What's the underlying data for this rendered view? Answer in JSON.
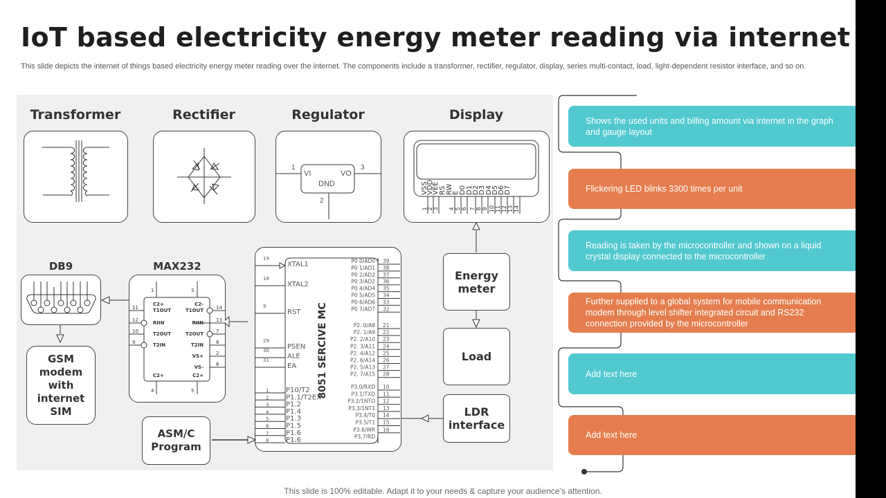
{
  "header": {
    "title": "IoT based electricity energy meter reading via internet",
    "subtitle": "This slide depicts the internet of things based electricity energy meter reading over the internet. The components include a transformer, rectifier, regulator, display, series multi-contact, load, light-dependent resistor interface, and so on."
  },
  "diagram": {
    "blocks": {
      "transformer": "Transformer",
      "rectifier": "Rectifier",
      "regulator": "Regulator",
      "display": "Display",
      "db9": "DB9",
      "max232": "MAX232",
      "gsm_line1": "GSM",
      "gsm_line2": "modem",
      "gsm_line3": "with",
      "gsm_line4": "internet",
      "gsm_line5": "SIM",
      "asm_line1": "ASM/C",
      "asm_line2": "Program",
      "energy_line1": "Energy",
      "energy_line2": "meter",
      "load": "Load",
      "ldr_line1": "LDR",
      "ldr_line2": "interface"
    },
    "regulator_pins": {
      "vi": "VI",
      "vo": "VO",
      "gnd": "DND",
      "p1": "1",
      "p2": "2",
      "p3": "3"
    },
    "display_pins": [
      "VSS",
      "VDD",
      "VEE",
      "RS",
      "RW",
      "E",
      "D0",
      "D1",
      "D2",
      "D3",
      "D4",
      "D5",
      "D6",
      "D7"
    ],
    "display_pin_numbers": [
      "1",
      "2",
      "3",
      "4",
      "5",
      "6",
      "7",
      "8",
      "9",
      "10",
      "11",
      "12",
      "13",
      "14"
    ],
    "max232": {
      "top_pins": [
        "1",
        "3"
      ],
      "bottom_pins": [
        "4",
        "5"
      ],
      "left": [
        {
          "num": "11",
          "label": "T1OUT",
          "top": "C2+"
        },
        {
          "num": "12",
          "label": "RIIN"
        },
        {
          "num": "10",
          "label": "T2OUT"
        },
        {
          "num": "9",
          "label": "T2IN"
        }
      ],
      "right": [
        {
          "num": "14",
          "label": "T1OUT",
          "top": "C2-"
        },
        {
          "num": "13",
          "label": "RIIN"
        },
        {
          "num": "7",
          "label": "T2OUT"
        },
        {
          "num": "8",
          "label": "T2IN"
        },
        {
          "num": "2",
          "label": "VS+"
        },
        {
          "num": "6",
          "label": "VS-"
        }
      ],
      "bottom_left_label": "C2+",
      "bottom_right_label": "C2+"
    },
    "mcu": {
      "name": "8051 SERCIVE MC",
      "left": [
        {
          "num": "19",
          "label": "XTAL1"
        },
        {
          "num": "18",
          "label": "XTAL2"
        },
        {
          "num": "9",
          "label": "RST"
        },
        {
          "num": "29",
          "label": "PSEN"
        },
        {
          "num": "30",
          "label": "ALE"
        },
        {
          "num": "31",
          "label": "EA"
        }
      ],
      "p1": [
        {
          "num": "1",
          "label": "P10/T2"
        },
        {
          "num": "2",
          "label": "P1.1/T2EX"
        },
        {
          "num": "3",
          "label": "P1.2"
        },
        {
          "num": "4",
          "label": "P1.4"
        },
        {
          "num": "5",
          "label": "P1.3"
        },
        {
          "num": "6",
          "label": "P1.5"
        },
        {
          "num": "7",
          "label": "P1.6"
        },
        {
          "num": "8",
          "label": "P1.6"
        }
      ],
      "p0": [
        {
          "num": "39",
          "label": "P0 0/AD0"
        },
        {
          "num": "38",
          "label": "P0 1/AD1"
        },
        {
          "num": "37",
          "label": "P0 2/AD2"
        },
        {
          "num": "36",
          "label": "P0 3/AD2"
        },
        {
          "num": "35",
          "label": "P0 4/AD4"
        },
        {
          "num": "34",
          "label": "P0 5/AD5"
        },
        {
          "num": "33",
          "label": "P0 6/AD6"
        },
        {
          "num": "32",
          "label": "P0 7/AD7"
        }
      ],
      "p2": [
        {
          "num": "21",
          "label": "P2. 0/A8"
        },
        {
          "num": "22",
          "label": "P2. 1/A9"
        },
        {
          "num": "23",
          "label": "P2. 2/A10"
        },
        {
          "num": "24",
          "label": "P2. 3/A11"
        },
        {
          "num": "25",
          "label": "P2. 4/A12"
        },
        {
          "num": "26",
          "label": "P2. 6/A14"
        },
        {
          "num": "27",
          "label": "P2. 5/A13"
        },
        {
          "num": "28",
          "label": "P2. 7/A15"
        }
      ],
      "p3": [
        {
          "num": "10",
          "label": "P3.0/RXD"
        },
        {
          "num": "11",
          "label": "P3.1/TXD"
        },
        {
          "num": "12",
          "label": "P3.2/1NTO"
        },
        {
          "num": "13",
          "label": "P3.3/1NT1"
        },
        {
          "num": "14",
          "label": "P3.4/T0"
        },
        {
          "num": "15",
          "label": "P3.5/T1"
        },
        {
          "num": "16",
          "label": "P3.6/WR"
        },
        {
          "num": "",
          "label": "P3.7/RD"
        }
      ]
    }
  },
  "steps": [
    {
      "text": "Shows the used units and billing amount via internet in the graph and gauge layout",
      "color": "#52c8cf"
    },
    {
      "text": "Flickering LED blinks 3300 times per unit",
      "color": "#e57d4e"
    },
    {
      "text": "Reading is taken by the microcontroller and shown on a liquid crystal display connected to the microcontroller",
      "color": "#52c8cf"
    },
    {
      "text": "Further supplied to a global system for mobile communication modem through level shifter integrated circuit and RS232 connection provided  by the microcontroller",
      "color": "#e57d4e"
    },
    {
      "text": "Add text here",
      "color": "#52c8cf"
    },
    {
      "text": "Add text here",
      "color": "#e57d4e"
    }
  ],
  "footer": "This slide is 100% editable. Adapt it to your needs & capture your audience’s attention."
}
